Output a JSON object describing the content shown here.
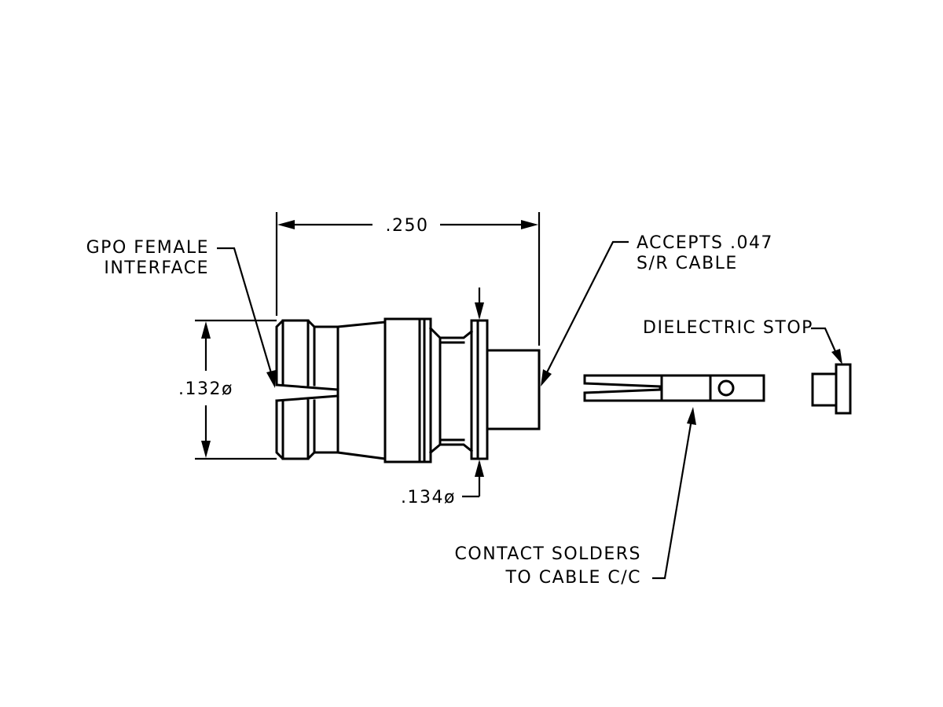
{
  "labels": {
    "gpo_line1": "GPO FEMALE",
    "gpo_line2": "INTERFACE",
    "accepts_line1": "ACCEPTS .047",
    "accepts_line2": "S/R CABLE",
    "dielectric_stop": "DIELECTRIC STOP",
    "contact_line1": "CONTACT SOLDERS",
    "contact_line2": "TO CABLE C/C"
  },
  "dimensions": {
    "length": ".250",
    "interface_diameter": ".132ø",
    "flange_diameter": ".134ø"
  }
}
